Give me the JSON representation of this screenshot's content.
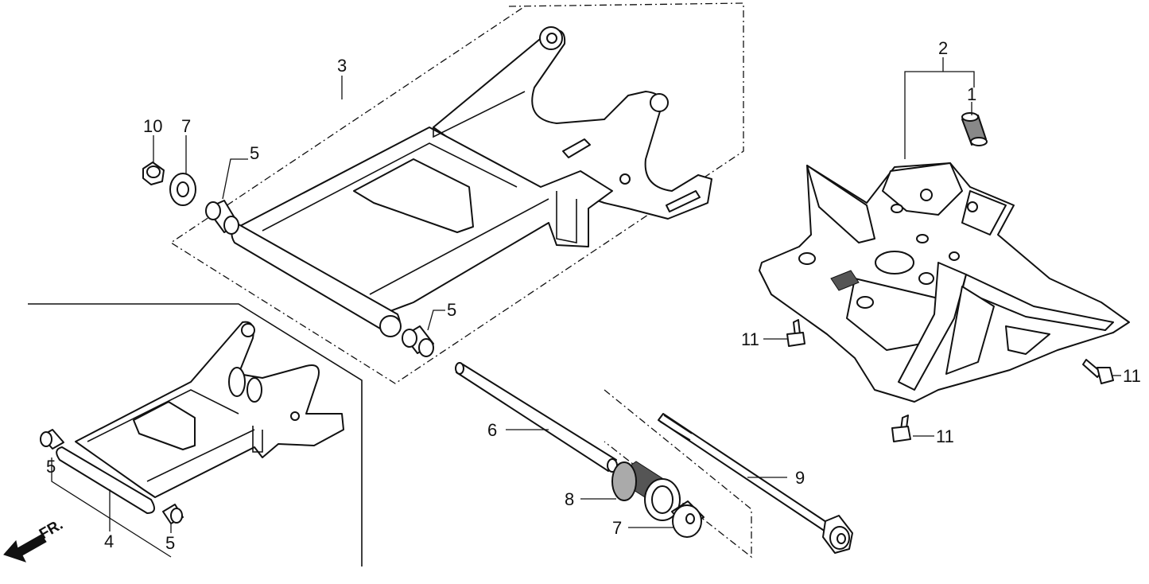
{
  "callouts": {
    "c1": "1",
    "c2": "2",
    "c3": "3",
    "c4": "4",
    "c5a": "5",
    "c5b": "5",
    "c5c": "5",
    "c5d": "5",
    "c6": "6",
    "c7a": "7",
    "c7b": "7",
    "c8": "8",
    "c9": "9",
    "c10": "10",
    "c11a": "11",
    "c11b": "11",
    "c11c": "11"
  },
  "front_indicator": "FR."
}
